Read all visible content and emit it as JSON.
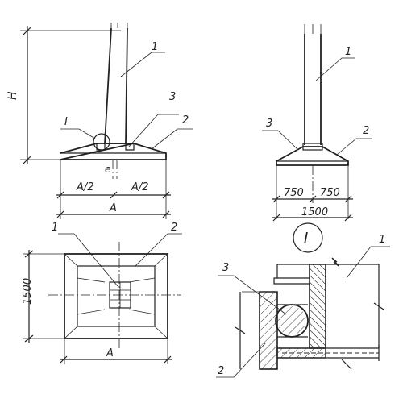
{
  "labels": {
    "height": "H",
    "detail_ref": "I",
    "eccentricity": "e",
    "half_width": "A/2",
    "width": "A",
    "dim_750": "750",
    "dim_1500": "1500",
    "callout_1": "1",
    "callout_2": "2",
    "callout_3": "3"
  }
}
